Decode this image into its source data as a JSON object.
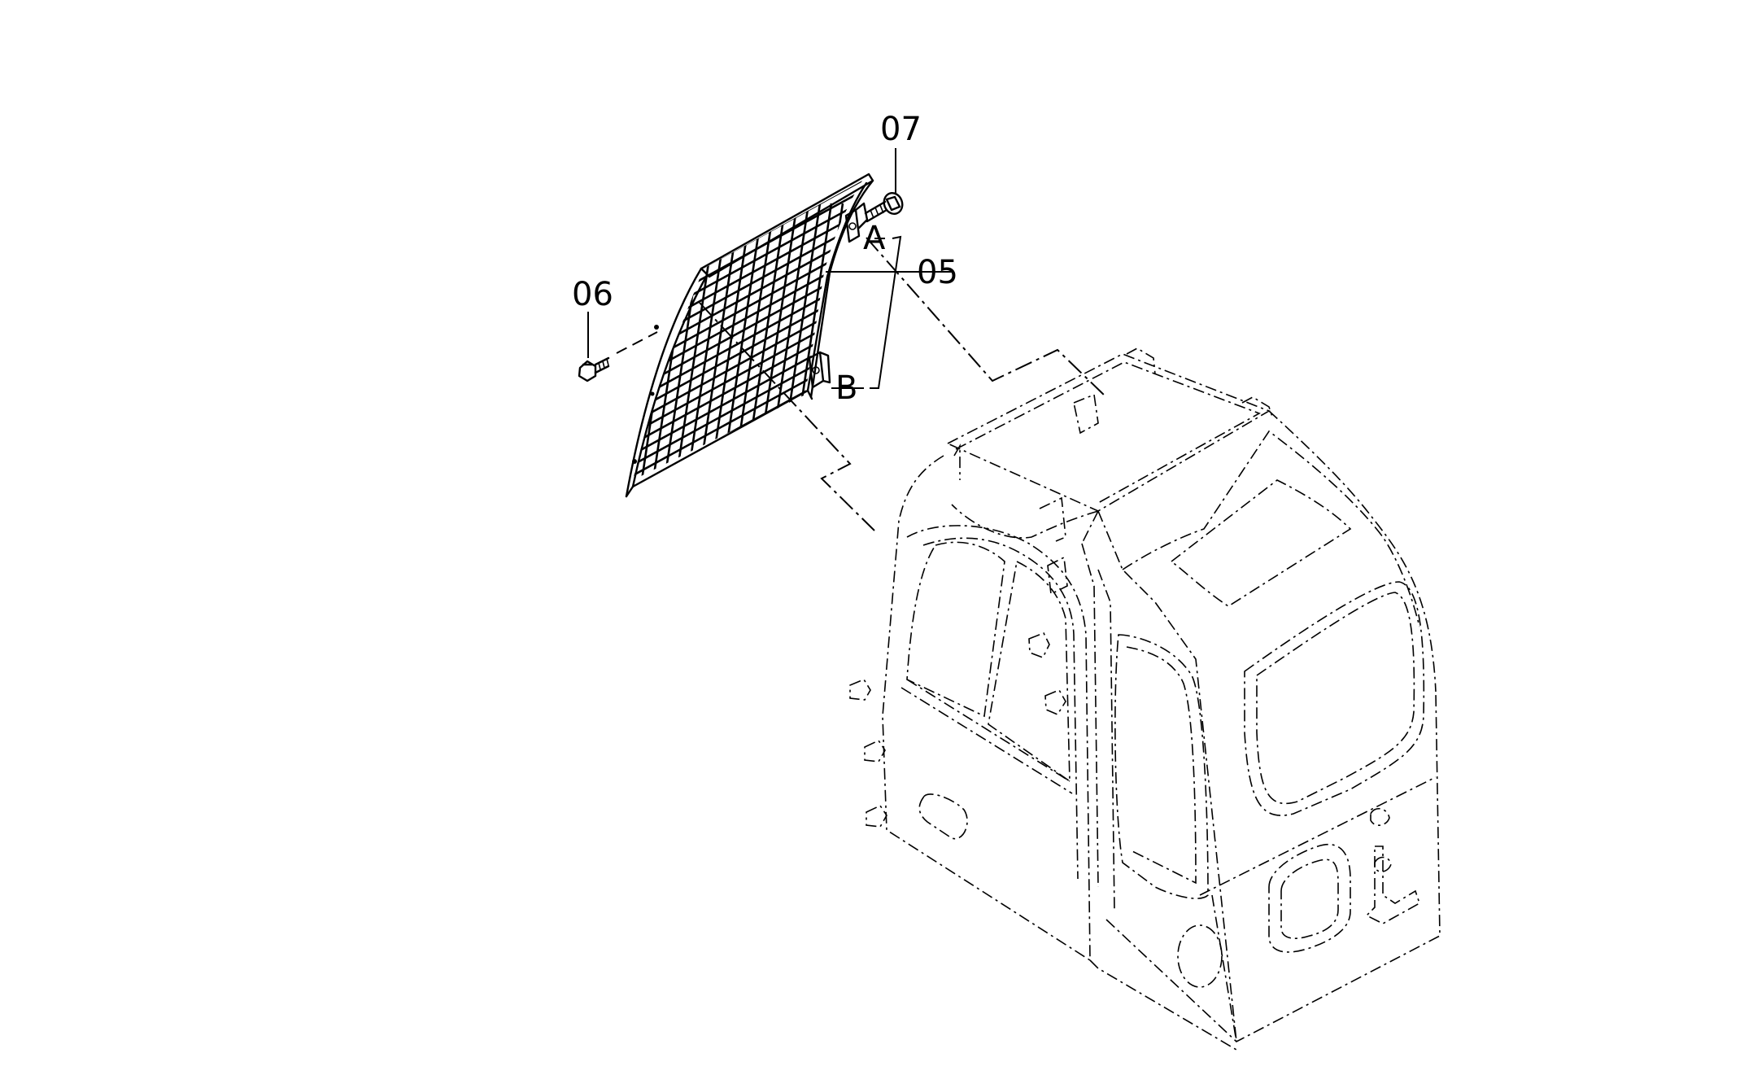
{
  "callouts": {
    "part_05": "05",
    "part_06": "06",
    "part_07": "07",
    "point_a": "A",
    "point_b": "B"
  },
  "colors": {
    "ink": "#000000",
    "paper": "#ffffff"
  }
}
